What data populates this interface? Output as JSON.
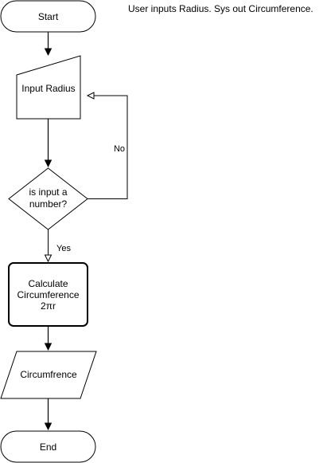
{
  "note": "User inputs Radius. Sys out Circumference.",
  "nodes": {
    "start": {
      "label": "Start"
    },
    "input_radius": {
      "label": "Input Radius"
    },
    "decision": {
      "line1": "is input a",
      "line2": "number?"
    },
    "calculate": {
      "line1": "Calculate",
      "line2": "Circumference",
      "line3": "2πr"
    },
    "output": {
      "label": "Circumfrence"
    },
    "end": {
      "label": "End"
    }
  },
  "edges": {
    "no_label": "No",
    "yes_label": "Yes"
  },
  "colors": {
    "stroke": "#000000",
    "fill": "#ffffff",
    "text": "#000000"
  }
}
